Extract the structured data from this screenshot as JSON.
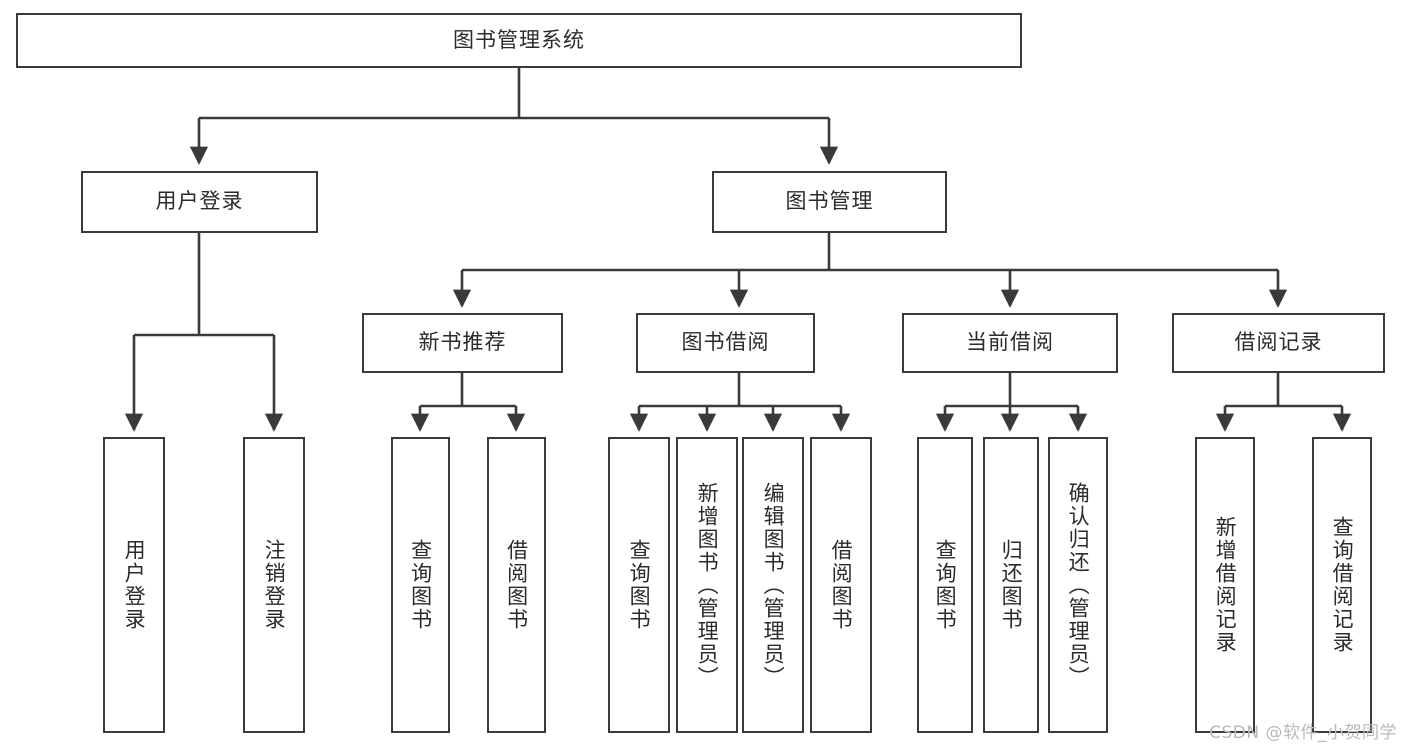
{
  "diagram": {
    "title": "图书管理系统",
    "type": "tree-hierarchy-chart",
    "colors": {
      "border": "#3a3a3a",
      "text": "#2b2b2b",
      "connector": "#3a3a3a",
      "background": "#ffffff",
      "watermark": "#b9b9b9"
    },
    "root": {
      "label": "图书管理系统"
    },
    "level1": [
      {
        "label": "用户登录"
      },
      {
        "label": "图书管理"
      }
    ],
    "level2": [
      {
        "label": "新书推荐"
      },
      {
        "label": "图书借阅"
      },
      {
        "label": "当前借阅"
      },
      {
        "label": "借阅记录"
      }
    ],
    "leaves": {
      "user_login": [
        {
          "label": "用户登录"
        },
        {
          "label": "注销登录"
        }
      ],
      "new_book_recommend": [
        {
          "label": "查询图书"
        },
        {
          "label": "借阅图书"
        }
      ],
      "book_borrow": [
        {
          "label": "查询图书"
        },
        {
          "label": "新增图书（管理员）"
        },
        {
          "label": "编辑图书（管理员）"
        },
        {
          "label": "借阅图书"
        }
      ],
      "current_borrow": [
        {
          "label": "查询图书"
        },
        {
          "label": "归还图书"
        },
        {
          "label": "确认归还（管理员）"
        }
      ],
      "borrow_record": [
        {
          "label": "新增借阅记录"
        },
        {
          "label": "查询借阅记录"
        }
      ]
    }
  },
  "watermark": {
    "text": "CSDN @软件_小贺同学"
  }
}
